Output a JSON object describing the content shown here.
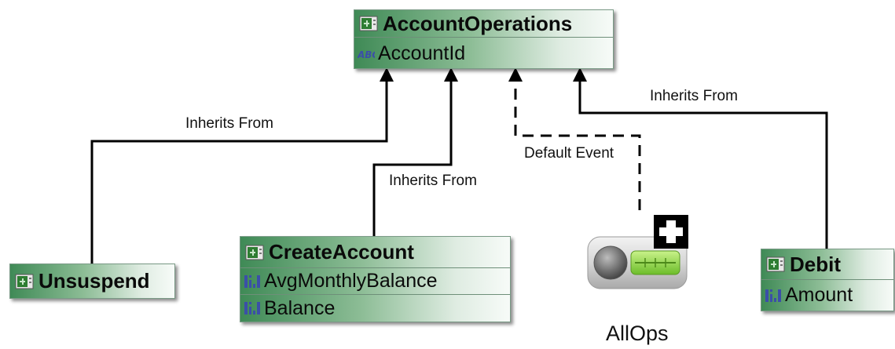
{
  "entities": {
    "account_operations": {
      "title": "AccountOperations",
      "attributes": [
        {
          "name": "AccountId",
          "type_icon": "text-type-icon"
        }
      ]
    },
    "unsuspend": {
      "title": "Unsuspend",
      "attributes": []
    },
    "create_account": {
      "title": "CreateAccount",
      "attributes": [
        {
          "name": "AvgMonthlyBalance",
          "type_icon": "number-type-icon"
        },
        {
          "name": "Balance",
          "type_icon": "number-type-icon"
        }
      ]
    },
    "debit": {
      "title": "Debit",
      "attributes": [
        {
          "name": "Amount",
          "type_icon": "number-type-icon"
        }
      ]
    }
  },
  "aggregation": {
    "label": "AllOps",
    "icon": "aggregation-icon",
    "badge": "plus-icon"
  },
  "edges": [
    {
      "from": "Unsuspend",
      "to": "AccountOperations",
      "label": "Inherits From",
      "style": "solid"
    },
    {
      "from": "CreateAccount",
      "to": "AccountOperations",
      "label": "Inherits From",
      "style": "solid"
    },
    {
      "from": "AllOps",
      "to": "AccountOperations",
      "label": "Default Event",
      "style": "dashed"
    },
    {
      "from": "Debit",
      "to": "AccountOperations",
      "label": "Inherits From",
      "style": "solid"
    }
  ],
  "colors": {
    "entity_dark": "#3f8a56",
    "entity_light": "#f7fbf8",
    "edge": "#000000"
  }
}
